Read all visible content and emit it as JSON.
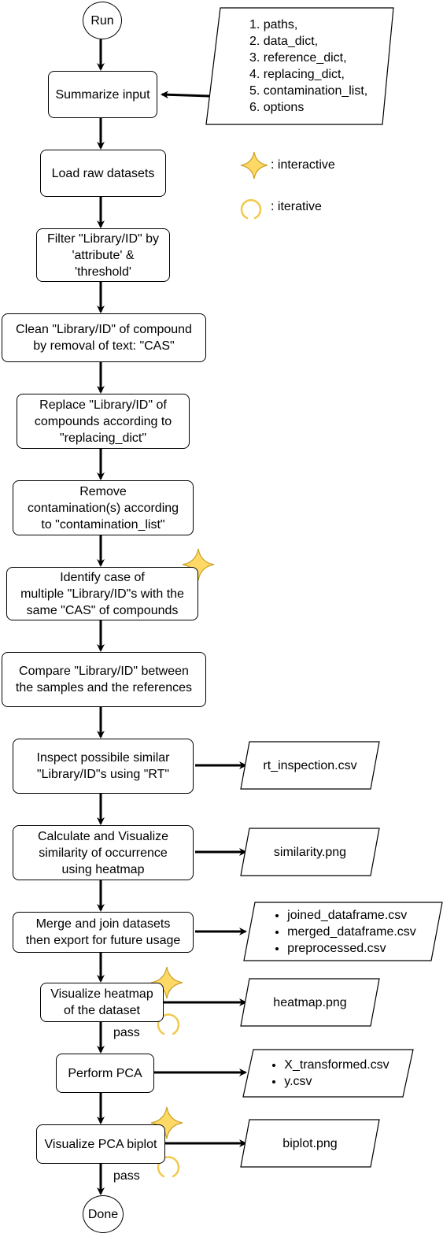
{
  "flow": {
    "start": "Run",
    "end": "Done",
    "steps": [
      "Summarize input",
      "Load raw datasets",
      "Filter \"Library/ID\" by\n'attribute' &\n'threshold'",
      "Clean \"Library/ID\" of compound\nby removal of text: \"CAS\"",
      "Replace \"Library/ID\" of\ncompounds according to\n\"replacing_dict\"",
      "Remove\ncontamination(s) according\nto \"contamination_list\"",
      "Identify case of\nmultiple \"Library/ID\"s with the\nsame \"CAS\" of compounds",
      "Compare \"Library/ID\" between\nthe samples and the references",
      "Inspect possibile similar\n\"Library/ID\"s using \"RT\"",
      "Calculate and Visualize\nsimilarity of occurrence\nusing heatmap",
      "Merge and join datasets\nthen export for future usage",
      "Visualize heatmap\nof the dataset",
      "Perform PCA",
      "Visualize PCA biplot"
    ],
    "pass_labels": [
      "pass",
      "pass"
    ]
  },
  "inputs": {
    "items": [
      "paths,",
      "data_dict,",
      "reference_dict,",
      "replacing_dict,",
      "contamination_list,",
      "options"
    ]
  },
  "legend": {
    "interactive": ": interactive",
    "iterative": ": iterative"
  },
  "outputs": {
    "rt": "rt_inspection.csv",
    "similarity": "similarity.png",
    "merge_files": [
      "joined_dataframe.csv",
      "merged_dataframe.csv",
      "preprocessed.csv"
    ],
    "heatmap": "heatmap.png",
    "pca_files": [
      "X_transformed.csv",
      "y.csv"
    ],
    "biplot": "biplot.png"
  },
  "colors": {
    "star_fill": "#FFD966",
    "star_stroke": "#C9A227",
    "loop_stroke": "#F2C94C",
    "line": "#000000"
  }
}
